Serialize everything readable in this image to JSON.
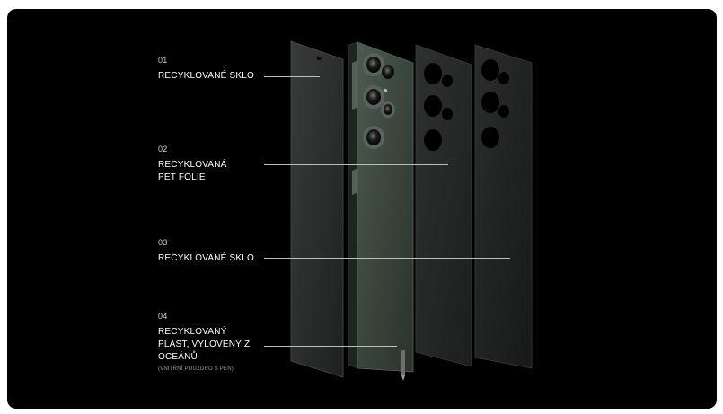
{
  "layers": [
    {
      "number": "01",
      "lines": [
        "RECYKLOVANÉ SKLO"
      ],
      "sub": ""
    },
    {
      "number": "02",
      "lines": [
        "RECYKLOVANÁ",
        "PET FÓLIE"
      ],
      "sub": ""
    },
    {
      "number": "03",
      "lines": [
        "RECYKLOVANÉ SKLO"
      ],
      "sub": ""
    },
    {
      "number": "04",
      "lines": [
        "RECYKLOVANÝ",
        "PLAST, VYLOVENÝ Z",
        "OCEÁNŮ"
      ],
      "sub": "(VNITŘNÍ POUZDRO S PEN)"
    }
  ],
  "colors": {
    "background": "#000000",
    "panel_dark": "#2a2c2b",
    "phone_green": "#3d4a41",
    "label_text": "#ffffff",
    "leader_line": "#bdbdbd"
  }
}
